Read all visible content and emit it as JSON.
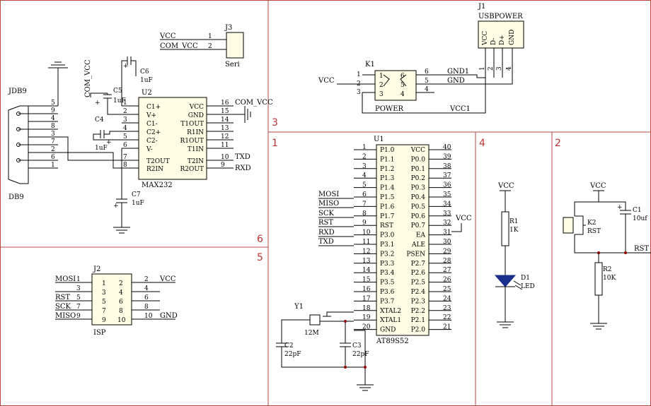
{
  "sections": {
    "s1": "1",
    "s2": "2",
    "s3": "3",
    "s4": "4",
    "s5": "5",
    "s6": "6"
  },
  "db9": {
    "ref": "JDB9",
    "name": "DB9",
    "pins": [
      "5",
      "9",
      "4",
      "8",
      "3",
      "7",
      "2",
      "6",
      "1"
    ]
  },
  "max232": {
    "ref": "U2",
    "name": "MAX232",
    "left_pins": [
      {
        "num": "1",
        "name": "C1+"
      },
      {
        "num": "2",
        "name": "V+"
      },
      {
        "num": "3",
        "name": "C1-"
      },
      {
        "num": "4",
        "name": "C2+"
      },
      {
        "num": "5",
        "name": "C2-"
      },
      {
        "num": "6",
        "name": "V-"
      },
      {
        "num": "7",
        "name": "T2OUT"
      },
      {
        "num": "8",
        "name": "R2IN"
      }
    ],
    "right_pins": [
      {
        "num": "16",
        "name": "VCC"
      },
      {
        "num": "15",
        "name": "GND"
      },
      {
        "num": "14",
        "name": "T1OUT"
      },
      {
        "num": "13",
        "name": "R1IN"
      },
      {
        "num": "12",
        "name": "R1OUT"
      },
      {
        "num": "11",
        "name": "T1IN"
      },
      {
        "num": "10",
        "name": "T2IN"
      },
      {
        "num": "9",
        "name": "R2OUT"
      }
    ],
    "com_vcc_right": "COM_VCC",
    "txd": "TXD",
    "rxd": "RXD"
  },
  "caps_max": {
    "c4": "C4",
    "c4v": "1uF",
    "c5": "C5",
    "c5v": "1uF",
    "c6": "C6",
    "c6v": "1uF",
    "c7": "C7",
    "c7v": "1uF",
    "plus": "+"
  },
  "com_vcc_label": "COM_VCC",
  "j3": {
    "ref": "J3",
    "name": "Seri",
    "pins": [
      {
        "num": "1",
        "net": "VCC"
      },
      {
        "num": "2",
        "net": "COM_VCC"
      }
    ]
  },
  "j1": {
    "ref": "J1",
    "name": "USBPOWER",
    "pins": [
      {
        "num": "1",
        "name": "VCC"
      },
      {
        "num": "2",
        "name": "D-"
      },
      {
        "num": "3",
        "name": "D+"
      },
      {
        "num": "4",
        "name": "GND"
      }
    ]
  },
  "k1": {
    "ref": "K1",
    "name": "POWER",
    "left": [
      "1",
      "2",
      "3"
    ],
    "right": [
      "6",
      "5",
      "4"
    ],
    "inner_left": [
      "1",
      "2",
      "3"
    ],
    "inner_right": [
      "6",
      "5",
      "4"
    ],
    "vcc": "VCC",
    "gnd1": "GND1",
    "gnd": "GND",
    "vcc1": "VCC1"
  },
  "u1": {
    "ref": "U1",
    "name": "AT89S52",
    "left_pins": [
      {
        "num": "1",
        "name": "P1.0"
      },
      {
        "num": "2",
        "name": "P1.1"
      },
      {
        "num": "3",
        "name": "P1.2"
      },
      {
        "num": "4",
        "name": "P1.3"
      },
      {
        "num": "5",
        "name": "P1.4"
      },
      {
        "num": "6",
        "name": "P1.5"
      },
      {
        "num": "7",
        "name": "P1.6"
      },
      {
        "num": "8",
        "name": "P1.7"
      },
      {
        "num": "9",
        "name": "RST"
      },
      {
        "num": "10",
        "name": "P3.0"
      },
      {
        "num": "11",
        "name": "P3.1"
      },
      {
        "num": "12",
        "name": "P3.2"
      },
      {
        "num": "13",
        "name": "P3.3"
      },
      {
        "num": "14",
        "name": "P3.4"
      },
      {
        "num": "15",
        "name": "P3.5"
      },
      {
        "num": "16",
        "name": "P3.6"
      },
      {
        "num": "17",
        "name": "P3.7"
      },
      {
        "num": "18",
        "name": "XTAL2"
      },
      {
        "num": "19",
        "name": "XTAL1"
      },
      {
        "num": "20",
        "name": "GND"
      }
    ],
    "right_pins": [
      {
        "num": "40",
        "name": "VCC"
      },
      {
        "num": "39",
        "name": "P0.0"
      },
      {
        "num": "38",
        "name": "P0.1"
      },
      {
        "num": "37",
        "name": "P0.2"
      },
      {
        "num": "36",
        "name": "P0.3"
      },
      {
        "num": "35",
        "name": "P0.4"
      },
      {
        "num": "34",
        "name": "P0.5"
      },
      {
        "num": "33",
        "name": "P0.6"
      },
      {
        "num": "32",
        "name": "P0.7"
      },
      {
        "num": "31",
        "name": "EA"
      },
      {
        "num": "30",
        "name": "ALE"
      },
      {
        "num": "29",
        "name": "PSEN"
      },
      {
        "num": "28",
        "name": "P2.7"
      },
      {
        "num": "27",
        "name": "P2.6"
      },
      {
        "num": "26",
        "name": "P2.5"
      },
      {
        "num": "25",
        "name": "P2.4"
      },
      {
        "num": "24",
        "name": "P2.3"
      },
      {
        "num": "23",
        "name": "P2.2"
      },
      {
        "num": "22",
        "name": "P2.1"
      },
      {
        "num": "21",
        "name": "P2.0"
      }
    ],
    "nets_left": [
      "MOSI",
      "MISO",
      "SCK",
      "RST",
      "RXD",
      "TXD"
    ],
    "ea_vcc": "VCC"
  },
  "crystal": {
    "ref": "Y1",
    "value": "12M",
    "c2": "C2",
    "c2v": "22pF",
    "c3": "C3",
    "c3v": "22pF"
  },
  "j2": {
    "ref": "J2",
    "name": "ISP",
    "left": [
      {
        "net": "MOSI",
        "num": "1"
      },
      {
        "net": "",
        "num": "3"
      },
      {
        "net": "RST",
        "num": "5"
      },
      {
        "net": "SCK",
        "num": "7"
      },
      {
        "net": "MISO",
        "num": "9"
      }
    ],
    "inner_left": [
      "1",
      "3",
      "5",
      "7",
      "9"
    ],
    "inner_right": [
      "2",
      "4",
      "6",
      "8",
      "10"
    ],
    "right": [
      {
        "num": "2",
        "net": "VCC"
      },
      {
        "num": "4",
        "net": ""
      },
      {
        "num": "6",
        "net": ""
      },
      {
        "num": "8",
        "net": ""
      },
      {
        "num": "10",
        "net": "GND"
      }
    ]
  },
  "led": {
    "vcc": "VCC",
    "r": "R1",
    "rv": "1K",
    "d": "D1",
    "dv": "LED"
  },
  "reset": {
    "vcc": "VCC",
    "k": "K2",
    "kv": "RST",
    "c": "C1",
    "cv": "10uf",
    "r": "R2",
    "rv": "10K",
    "net": "RST",
    "plus": "+"
  }
}
